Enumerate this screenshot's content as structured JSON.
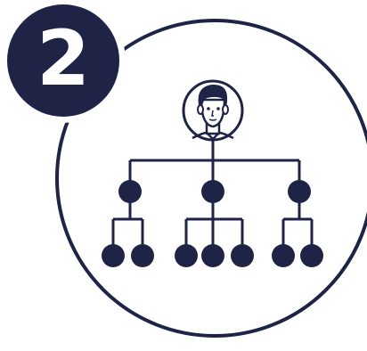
{
  "badge": {
    "number": "2"
  },
  "colors": {
    "navy": "#1f2346",
    "background": "#ffffff",
    "skin": "#ffffff"
  },
  "diagram": {
    "root_icon": "person-avatar-icon",
    "levels": [
      1,
      3,
      7
    ],
    "children_per_manager": [
      2,
      3,
      2
    ]
  }
}
